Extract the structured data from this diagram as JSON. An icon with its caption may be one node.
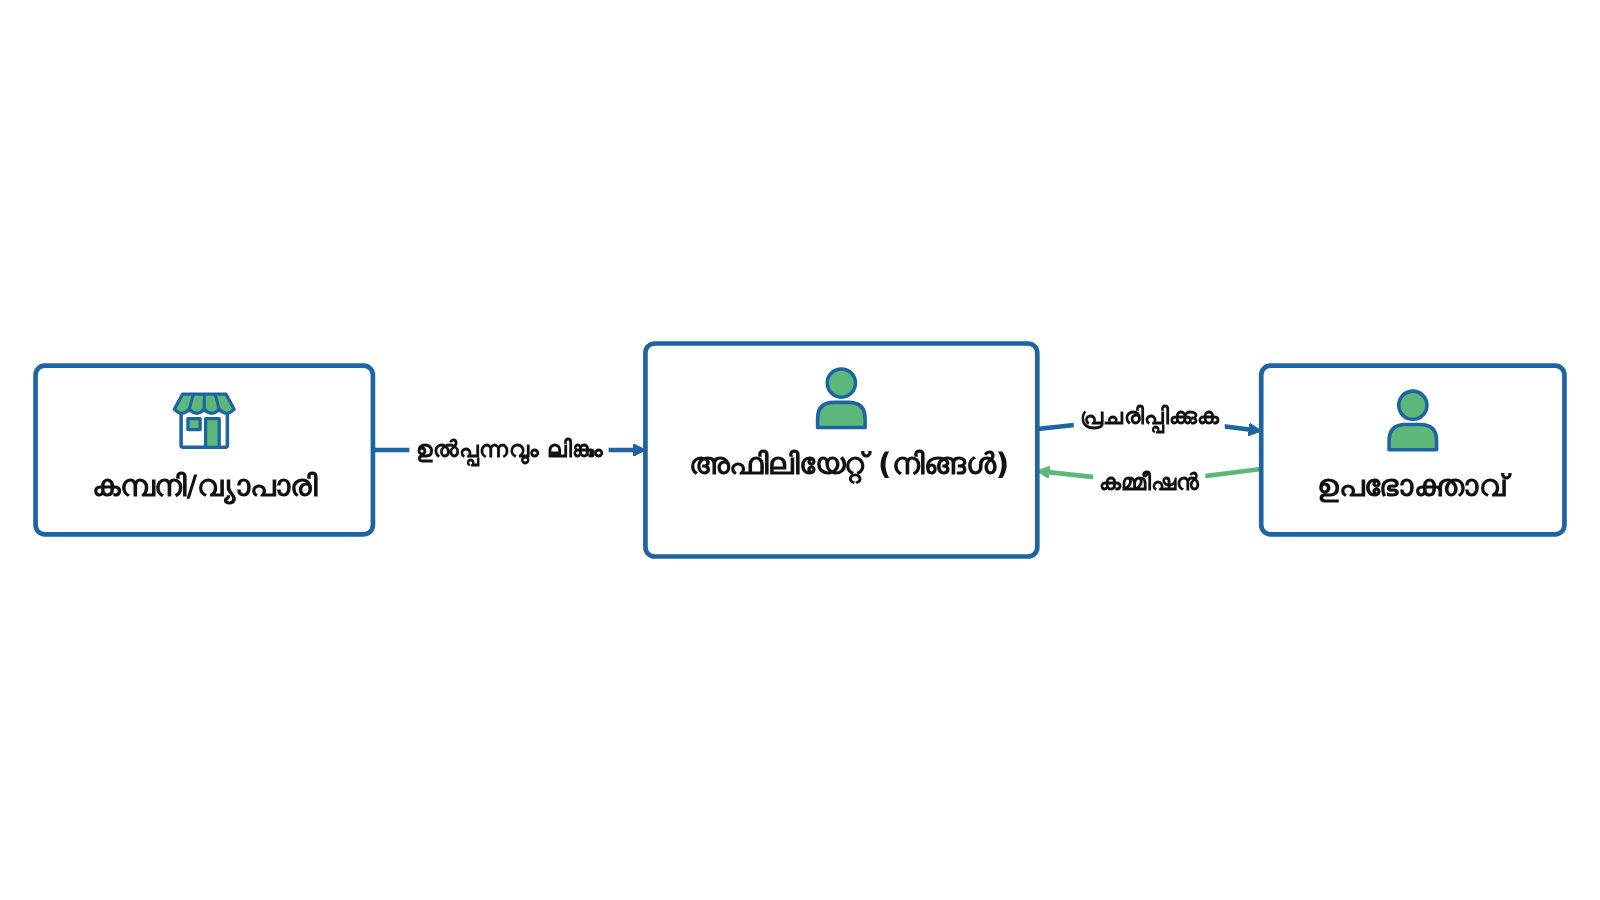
{
  "diagram": {
    "nodes": [
      {
        "text": [
          "കമ്പനി/വ്യാപാരി"
        ]
      },
      {
        "text": [
          "അഫിലിയേറ്റ് (നിങ്ങൾ)"
        ]
      },
      {
        "text": [
          "ഉപഭോക്താവ്"
        ]
      }
    ],
    "edges": [
      {
        "from": 0,
        "to": 1,
        "arrow": "to",
        "label": "ഉൽപ്പന്നവും ലിങ്കും"
      },
      {
        "from": 1,
        "to": 2,
        "arrow": "to",
        "label": "പ്രചരിപ്പിക്കുക"
      },
      {
        "from": 2,
        "to": 1,
        "arrow": "to",
        "label": "കമ്മീഷൻ",
        "color": "#5cb87a"
      }
    ]
  }
}
